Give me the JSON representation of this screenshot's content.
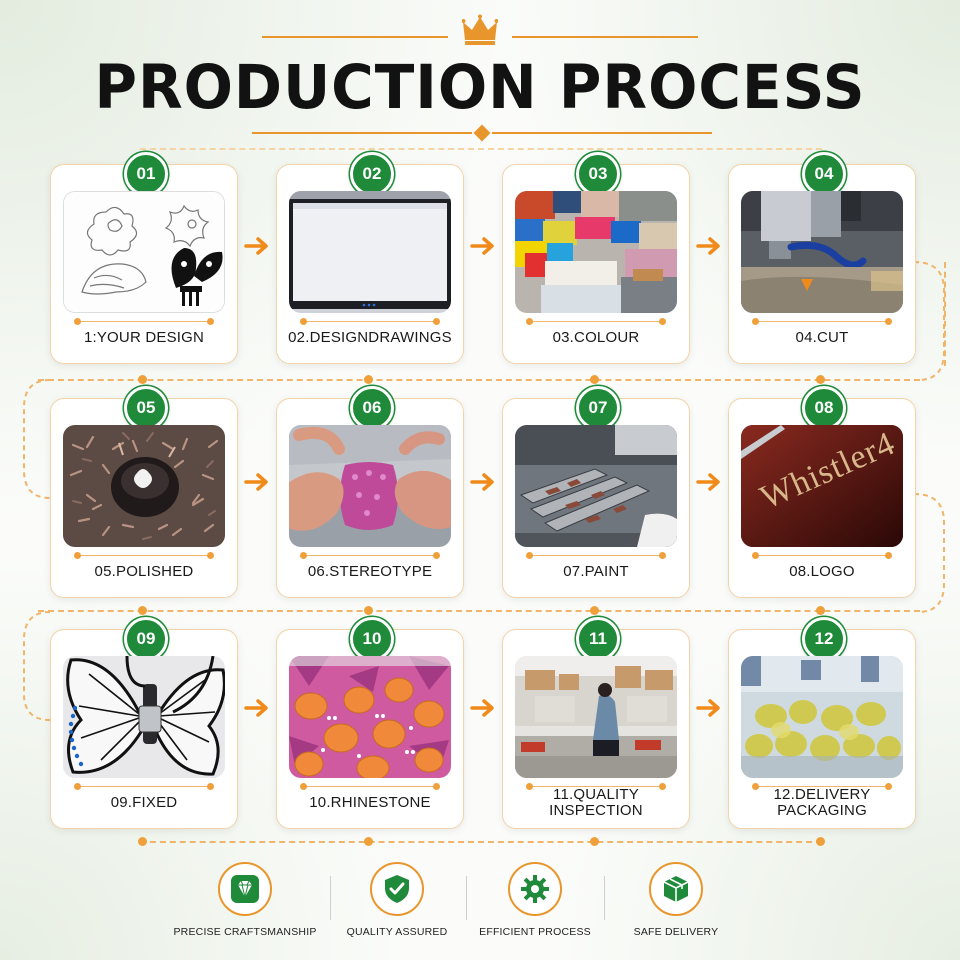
{
  "header": {
    "title": "PRODUCTION PROCESS"
  },
  "steps": [
    {
      "num": "01",
      "label": "1:YOUR DESIGN"
    },
    {
      "num": "02",
      "label": "02.DESIGNDRAWINGS"
    },
    {
      "num": "03",
      "label": "03.COLOUR"
    },
    {
      "num": "04",
      "label": "04.CUT"
    },
    {
      "num": "05",
      "label": "05.POLISHED"
    },
    {
      "num": "06",
      "label": "06.STEREOTYPE"
    },
    {
      "num": "07",
      "label": "07.PAINT"
    },
    {
      "num": "08",
      "label": "08.LOGO"
    },
    {
      "num": "09",
      "label": "09.FIXED"
    },
    {
      "num": "10",
      "label": "10.RHINESTONE"
    },
    {
      "num": "11",
      "label_line1": "11.QUALITY",
      "label_line2": "INSPECTION"
    },
    {
      "num": "12",
      "label_line1": "12.DELIVERY",
      "label_line2": "PACKAGING"
    }
  ],
  "photo_text": {
    "logo_engraving": "Whistler4"
  },
  "features": [
    {
      "label": "PRECISE CRAFTSMANSHIP",
      "icon": "diamond-icon"
    },
    {
      "label": "QUALITY ASSURED",
      "icon": "shield-check-icon"
    },
    {
      "label": "EFFICIENT PROCESS",
      "icon": "gear-icon"
    },
    {
      "label": "SAFE DELIVERY",
      "icon": "package-icon"
    }
  ],
  "colors": {
    "accent_orange": "#e8962c",
    "badge_green": "#1f8a3a",
    "title_black": "#121212"
  }
}
